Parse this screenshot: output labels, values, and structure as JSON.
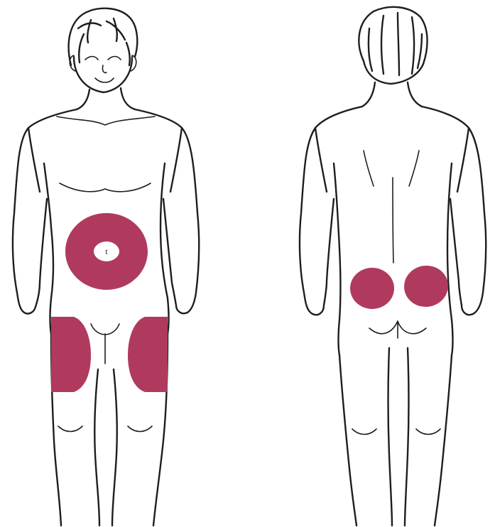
{
  "figure": {
    "views": [
      "front",
      "back"
    ],
    "colors": {
      "background": "#ffffff",
      "outline": "#1e1e1e",
      "injection_site": "#b03a5e"
    },
    "front_view": {
      "injection_sites": [
        "abdomen",
        "right-thigh",
        "left-thigh"
      ],
      "navel_mark": "t"
    },
    "back_view": {
      "injection_sites": [
        "left-buttock",
        "right-buttock"
      ]
    }
  }
}
